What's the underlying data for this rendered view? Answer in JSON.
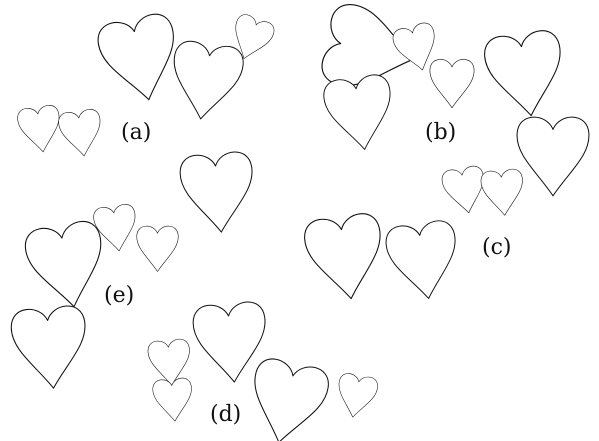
{
  "figure": {
    "labels": {
      "a": "(a)",
      "b": "(b)",
      "c": "(c)",
      "d": "(d)",
      "e": "(e)"
    },
    "stroke_color": "#111111",
    "background_color": "#ffffff"
  }
}
